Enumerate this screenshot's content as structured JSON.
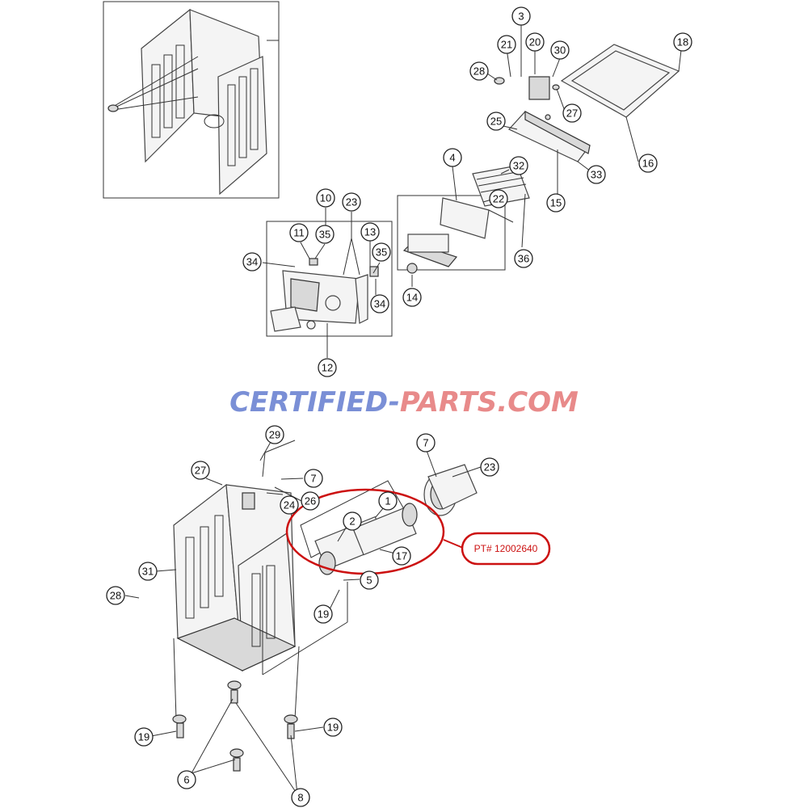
{
  "watermark": {
    "part1": "CERTIFIED-",
    "part2": "PARTS.COM",
    "color1": "#7a8fd6",
    "color2": "#e88a8a"
  },
  "highlight": {
    "part_number": "PT# 12002640",
    "color": "#cc1111"
  },
  "callouts": [
    "1",
    "2",
    "3",
    "4",
    "5",
    "6",
    "7",
    "8",
    "10",
    "11",
    "12",
    "13",
    "14",
    "15",
    "16",
    "17",
    "18",
    "19",
    "20",
    "21",
    "22",
    "23",
    "24",
    "25",
    "26",
    "27",
    "28",
    "29",
    "30",
    "31",
    "32",
    "33",
    "34",
    "35",
    "36"
  ]
}
